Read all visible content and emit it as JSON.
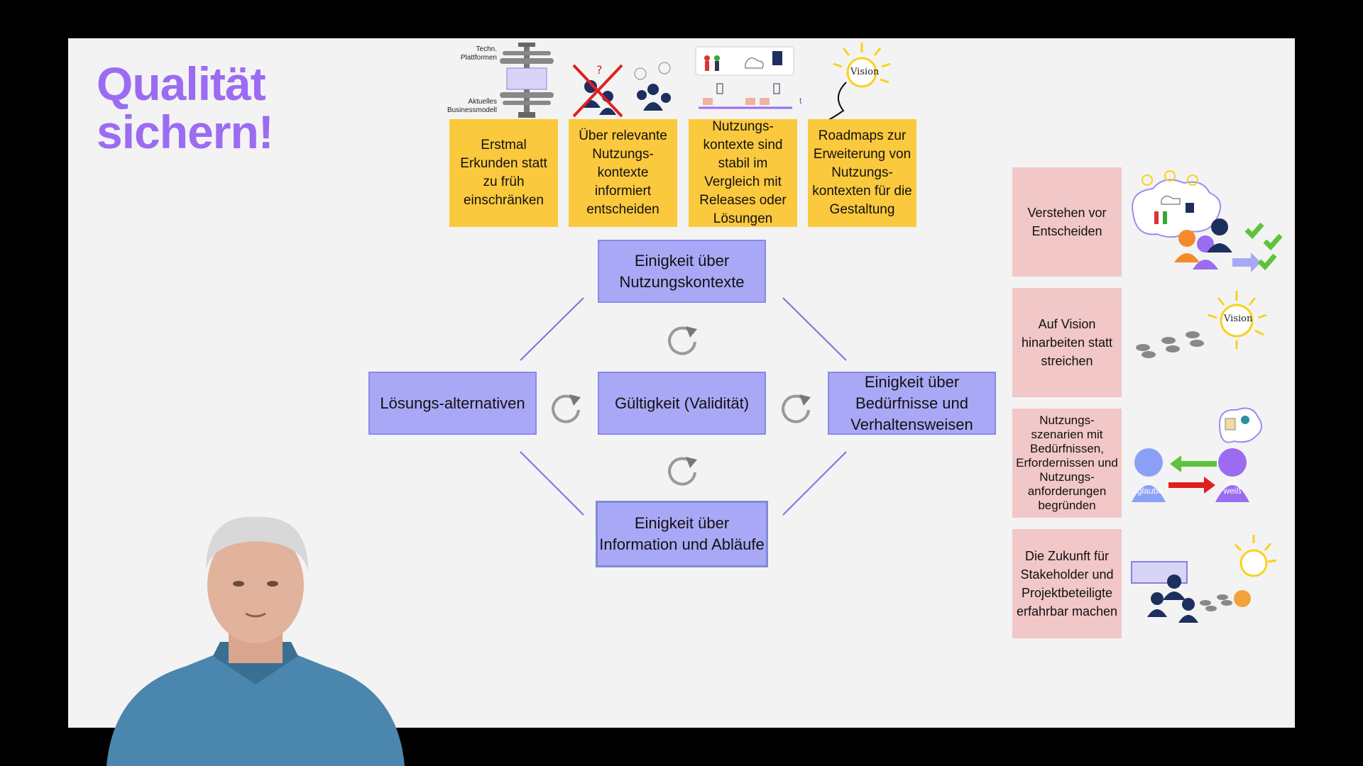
{
  "title": {
    "line1": "Qualität",
    "line2": "sichern!"
  },
  "icon_labels": {
    "techn_plattformen": "Techn.\nPlattformen",
    "aktuelles_businessmodell": "Aktuelles\nBusinessmodell",
    "vision": "Vision",
    "vision2": "Vision",
    "t_axis": "t",
    "ich_glaube": "Ich\nglaube",
    "ich_weiss": "Ich\nweiß"
  },
  "top_boxes": [
    "Erstmal Erkunden statt zu früh einschränken",
    "Über relevante Nutzungs-kontexte informiert entscheiden",
    "Nutzungs-kontexte sind stabil im Vergleich mit Releases oder Lösungen",
    "Roadmaps zur Erweiterung von Nutzungs-kontexten für die Gestaltung"
  ],
  "diamond": {
    "top": "Einigkeit über Nutzungskontexte",
    "left": "Lösungs-alternativen",
    "center": "Gültigkeit (Validität)",
    "right": "Einigkeit über Bedürfnisse und Verhaltensweisen",
    "bottom": "Einigkeit über Information und Abläufe"
  },
  "right_boxes": [
    "Verstehen vor Entscheiden",
    "Auf Vision hinarbeiten statt streichen",
    "Nutzungs-szenarien mit Bedürfnissen, Erfordernissen und Nutzungs-anforderungen begründen",
    "Die Zukunft für Stakeholder und Projektbeteiligte erfahrbar machen"
  ],
  "colors": {
    "accent": "#9b6cf2",
    "yellow": "#fbc93e",
    "lavender": "#a9a8f6",
    "pink": "#f1c7c7",
    "connector": "#7b6fe6"
  }
}
